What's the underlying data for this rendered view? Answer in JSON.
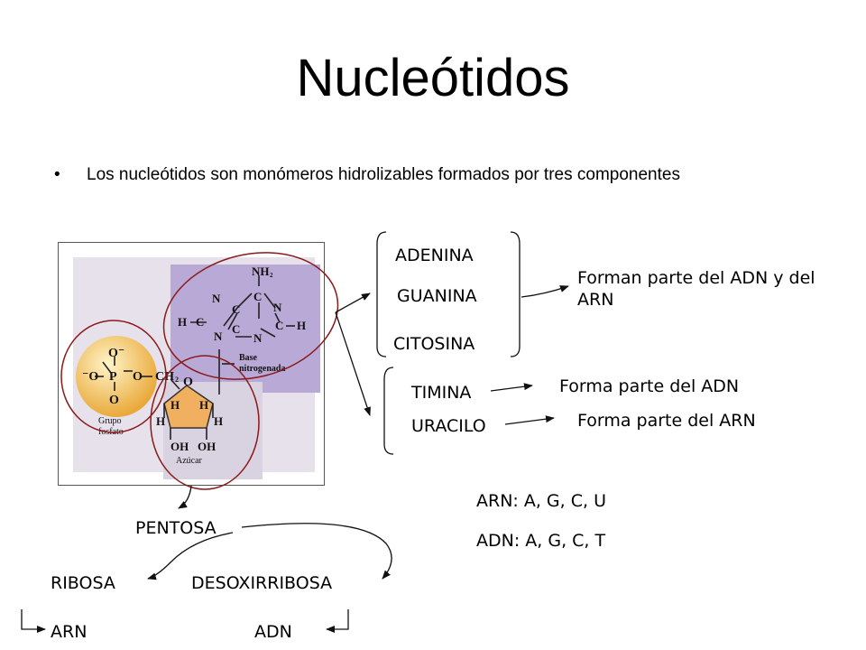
{
  "slide": {
    "title": "Nucleótidos",
    "bullet": "Los nucleótidos son monómeros hidrolizables formados por tres componentes"
  },
  "figure": {
    "phosphate_caption": [
      "Grupo",
      "fosfato"
    ],
    "base_caption": [
      "Base",
      "nitrogenada"
    ],
    "sugar_caption": "Azúcar",
    "atoms": {
      "nh2": "NH",
      "n": "N",
      "c": "C",
      "h": "H",
      "o": "O",
      "o_minus": "O⁻",
      "minus_o": "⁻O",
      "p": "P",
      "ch2": "CH",
      "oh": "OH",
      "sub2": "2"
    }
  },
  "bases": {
    "adenina": "ADENINA",
    "guanina": "GUANINA",
    "citosina": "CITOSINA",
    "timina": "TIMINA",
    "uracilo": "URACILO"
  },
  "notes": {
    "shared": "Forman parte del ADN y del ARN",
    "timina_note": "Forma parte del ADN",
    "uracilo_note": "Forma parte del ARN",
    "arn_code": "ARN: A, G, C, U",
    "adn_code": "ADN: A, G, C, T"
  },
  "sugars": {
    "pentosa": "PENTOSA",
    "ribosa": "RIBOSA",
    "desoxirribosa": "DESOXIRRIBOSA",
    "arn": "ARN",
    "adn": "ADN"
  },
  "colors": {
    "circle": "#8b1a1a",
    "base_fill": "#b9a9d6",
    "sugar_fill": "#f0b060",
    "phosphate_fill": "#f2c14e"
  }
}
